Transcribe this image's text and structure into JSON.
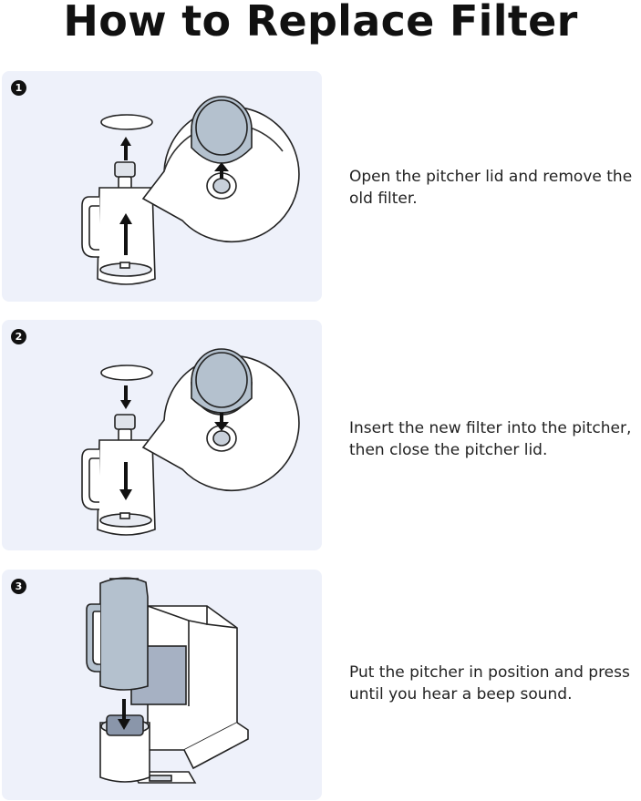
{
  "header": {
    "title": "How to Replace Filter"
  },
  "steps": [
    {
      "number": "1",
      "text_line1": "Open the pitcher lid and remove the",
      "text_line2": "old filter."
    },
    {
      "number": "2",
      "text_line1": "Insert the new filter into the pitcher,",
      "text_line2": "then close the pitcher lid."
    },
    {
      "number": "3",
      "text_line1": "Put the pitcher in position and press",
      "text_line2": "until you hear a beep sound."
    }
  ],
  "colors": {
    "panel": "#eef1fa",
    "filter_blue": "#b4c1ce",
    "line": "#222222"
  }
}
